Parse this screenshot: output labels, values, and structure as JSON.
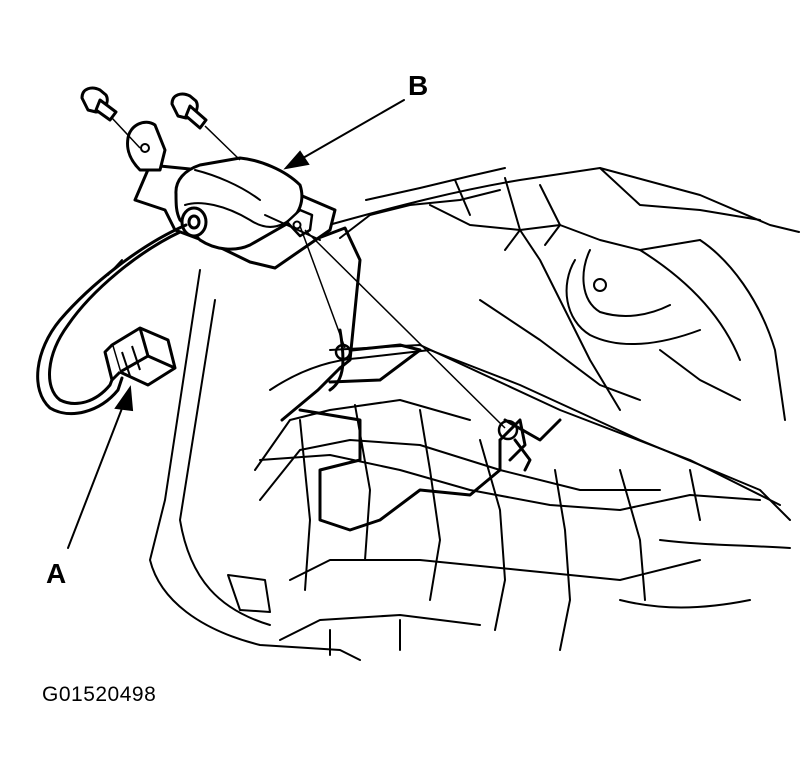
{
  "callouts": {
    "a": "A",
    "b": "B"
  },
  "figure_id": "G01520498",
  "colors": {
    "ink": "#000000",
    "paper": "#ffffff"
  }
}
